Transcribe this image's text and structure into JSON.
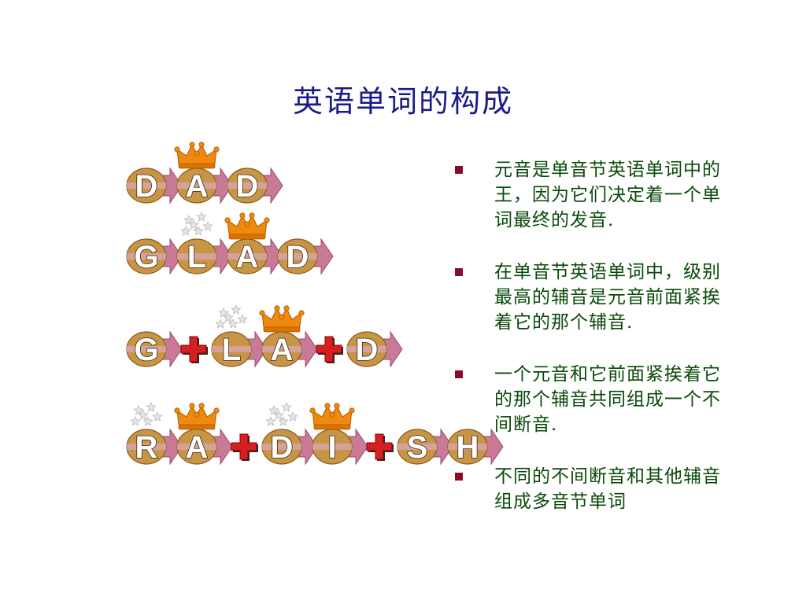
{
  "title": "英语单词的构成",
  "colors": {
    "title": "#1a1a8c",
    "text": "#0a4a0a",
    "bullet": "#8b0a2a",
    "token": "#c89446",
    "arrow": "#c97a96",
    "crown": "#ef8a0e",
    "plus": "#d42020",
    "star": "#b8b8b8"
  },
  "rows": [
    {
      "word": "DAD",
      "tokens": [
        {
          "type": "letter",
          "text": "D"
        },
        {
          "type": "letter",
          "text": "A",
          "mark": "crown"
        },
        {
          "type": "letter",
          "text": "D"
        }
      ]
    },
    {
      "word": "GLAD",
      "tokens": [
        {
          "type": "letter",
          "text": "G"
        },
        {
          "type": "letter",
          "text": "L",
          "mark": "stars"
        },
        {
          "type": "letter",
          "text": "A",
          "mark": "crown"
        },
        {
          "type": "letter",
          "text": "D"
        }
      ]
    },
    {
      "word": "GLAD-split",
      "tokens": [
        {
          "type": "letter",
          "text": "G"
        },
        {
          "type": "plus"
        },
        {
          "type": "letter",
          "text": "L",
          "mark": "stars"
        },
        {
          "type": "letter",
          "text": "A",
          "mark": "crown"
        },
        {
          "type": "plus"
        },
        {
          "type": "letter",
          "text": "D"
        }
      ]
    },
    {
      "word": "RADISH",
      "tokens": [
        {
          "type": "letter",
          "text": "R",
          "mark": "stars"
        },
        {
          "type": "letter",
          "text": "A",
          "mark": "crown"
        },
        {
          "type": "plus"
        },
        {
          "type": "letter",
          "text": "D",
          "mark": "stars"
        },
        {
          "type": "letter",
          "text": "I",
          "mark": "crown"
        },
        {
          "type": "plus"
        },
        {
          "type": "letter",
          "text": "S"
        },
        {
          "type": "letter",
          "text": "H"
        }
      ]
    }
  ],
  "bullets": [
    {
      "lines": [
        "元音是单音节英语单词中的",
        "王，因为它们决定着一个单",
        "词最终的发音."
      ]
    },
    {
      "lines": [
        "在单音节英语单词中，级别",
        "最高的辅音是元音前面紧挨",
        "着它的那个辅音."
      ]
    },
    {
      "lines": [
        "一个元音和它前面紧挨着它",
        "的那个辅音共同组成一个不",
        "间断音."
      ]
    },
    {
      "lines": [
        "不同的不间断音和其他辅音",
        "组成多音节单词"
      ]
    }
  ]
}
